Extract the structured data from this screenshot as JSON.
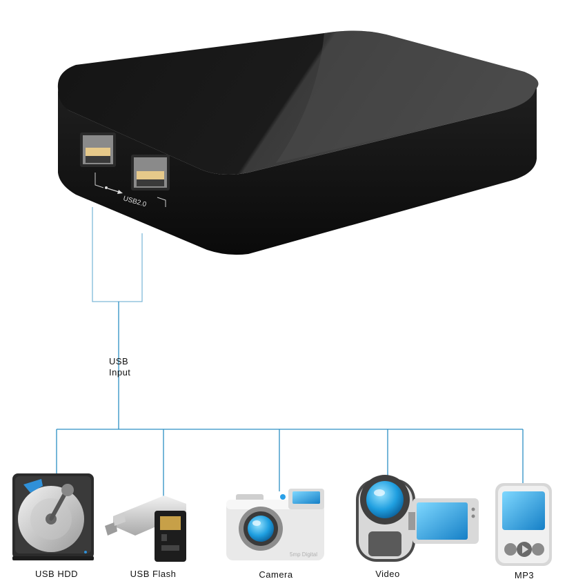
{
  "device": {
    "port_label": "USB2.0"
  },
  "connection": {
    "label_line1": "USB",
    "label_line2": "Input",
    "line_color": "#2b8fc4"
  },
  "peripherals": [
    {
      "label": "USB HDD",
      "icon": "hard-drive-icon"
    },
    {
      "label": "USB Flash",
      "icon": "usb-flash-drive-icon"
    },
    {
      "label": "Camera",
      "icon": "camera-icon",
      "imprint": "5mp Digital"
    },
    {
      "label": "Video",
      "icon": "video-camcorder-icon"
    },
    {
      "label": "MP3",
      "icon": "mp3-player-icon"
    }
  ]
}
